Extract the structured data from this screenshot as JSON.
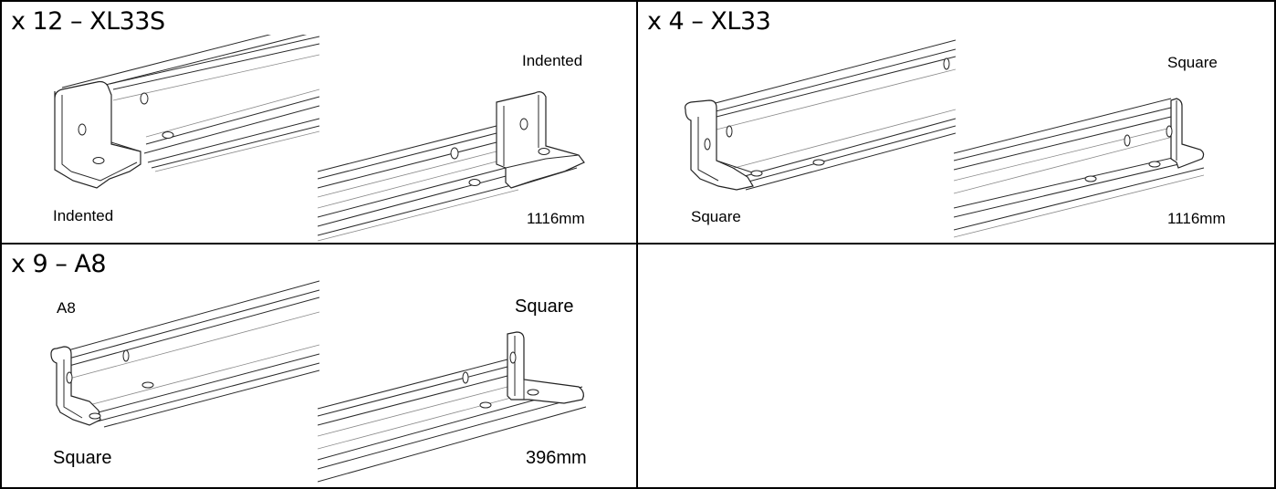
{
  "panels": [
    {
      "title": "x 12 – XL33S",
      "labels": {
        "left_end": "Indented",
        "right_end": "Indented",
        "length": "1116mm"
      }
    },
    {
      "title": "x 4 – XL33",
      "labels": {
        "left_end": "Square",
        "right_end": "Square",
        "length": "1116mm"
      }
    },
    {
      "title": "x 9 – A8",
      "labels": {
        "type_code": "A8",
        "left_end": "Square",
        "right_end": "Square",
        "length": "396mm"
      }
    }
  ],
  "colors": {
    "ink": "#000000",
    "line": "#2a2a2a",
    "background": "#ffffff"
  }
}
